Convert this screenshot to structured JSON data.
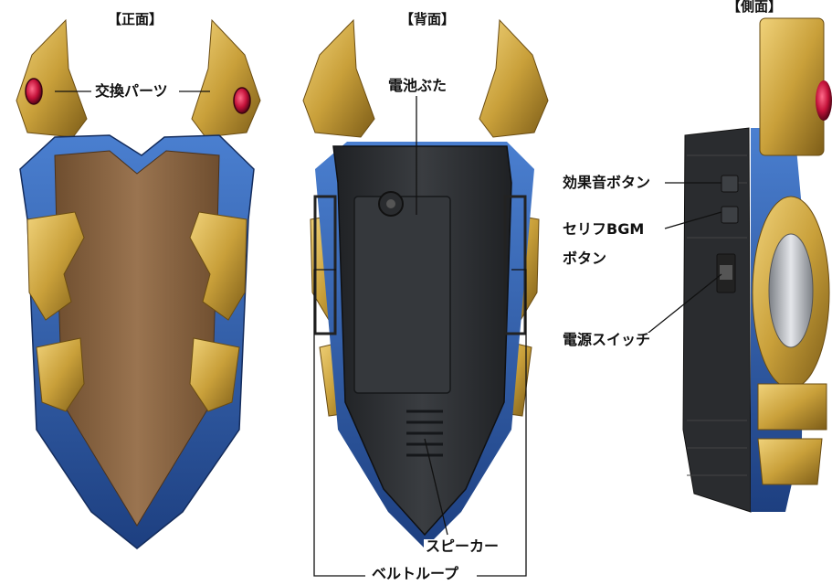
{
  "views": {
    "front": "【正面】",
    "back": "【背面】",
    "side": "【側面】"
  },
  "callouts": {
    "exchange_parts": "交換パーツ",
    "battery_cover": "電池ぶた",
    "effect_button": "効果音ボタン",
    "serif_bgm_line1": "セリフBGM",
    "serif_bgm_line2": "ボタン",
    "power_switch": "電源スイッチ",
    "speaker": "スピーカー",
    "belt_loop": "ベルトループ"
  },
  "colors": {
    "gold": "#c9a03a",
    "gold_dark": "#8a6a1f",
    "blue": "#2f5fae",
    "blue_dark": "#1d3f80",
    "brown": "#8a6440",
    "black_body": "#2e3033",
    "silver": "#b8bcc2",
    "red_gem": "#c4123a"
  }
}
